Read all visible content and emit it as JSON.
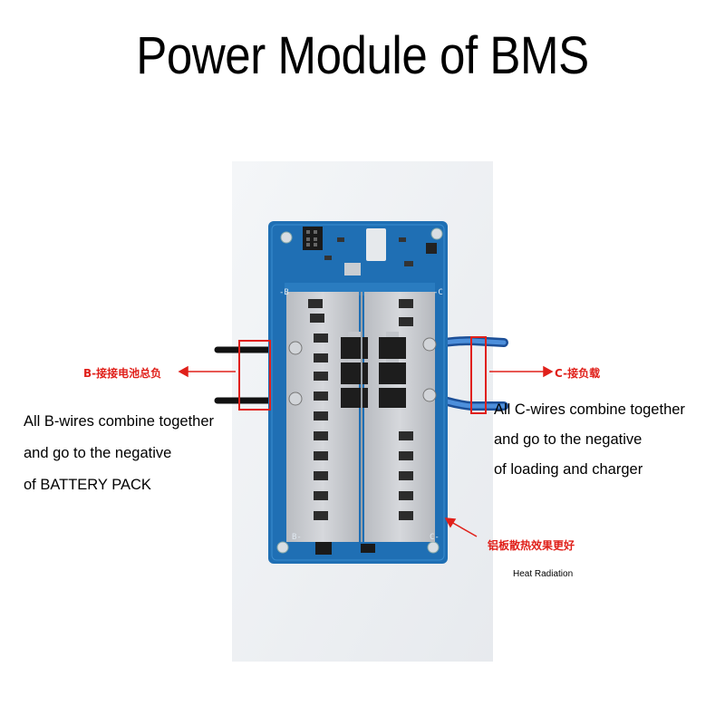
{
  "title": "Power Module of BMS",
  "labels": {
    "b_label_cn": "B-接接电池总负",
    "c_label_cn": "C-接负载",
    "heat_cn": "铝板散热效果更好",
    "heat_en": "Heat Radiation"
  },
  "left_text": [
    "All B-wires  combine together",
    "and go  to the negative",
    "of BATTERY PACK"
  ],
  "right_text": [
    "All C-wires  combine together",
    "and go  to the negative",
    "of loading and charger"
  ],
  "board_marks": {
    "b_top": "-B",
    "c_top": "-C",
    "b_bottom": "B-",
    "c_bottom": "C-"
  },
  "colors": {
    "pcb_blue": "#1f6fb4",
    "label_red": "#e0201a",
    "wire_blue": "#2a6fc4",
    "aluminum": "#c9ccd0"
  }
}
